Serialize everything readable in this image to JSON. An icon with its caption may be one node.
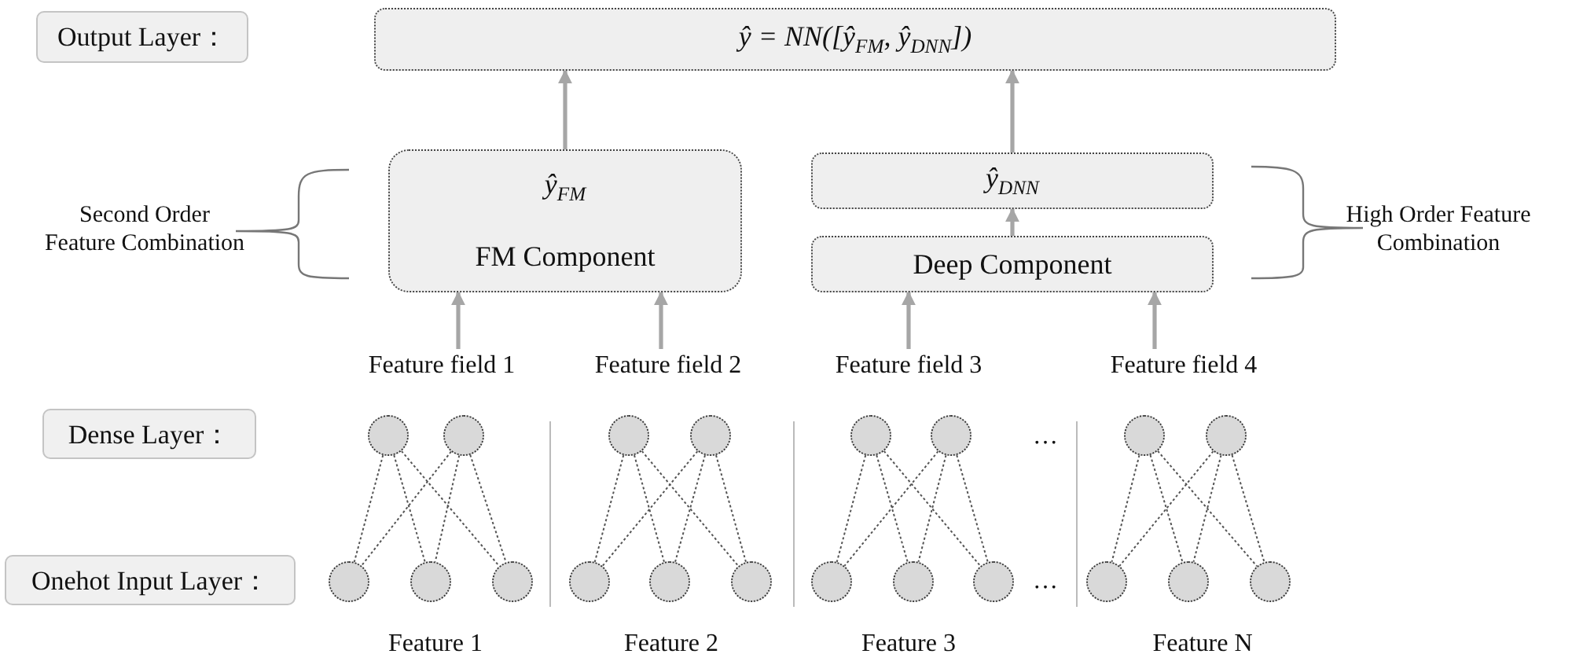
{
  "diagram": {
    "nodes": [
      {
        "text": [
          "Output Layer："
        ]
      },
      {
        "text": [
          "ŷ = NN([ŷ$_{FM}$, ŷ$_{DNN}$])"
        ]
      },
      {
        "text": [
          "ŷ$_{FM}$",
          "FM Component"
        ]
      },
      {
        "text": [
          "ŷ$_{DNN}$"
        ]
      },
      {
        "text": [
          "Deep Component"
        ]
      },
      {
        "text": [
          "Feature field 1"
        ]
      },
      {
        "text": [
          "Feature field 2"
        ]
      },
      {
        "text": [
          "Feature field 3"
        ]
      },
      {
        "text": [
          "Feature field 4"
        ]
      },
      {
        "text": [
          "Dense Layer："
        ]
      },
      {
        "text": [
          "Onehot Input Layer："
        ]
      },
      {
        "text": [],
        "shape": "circle"
      },
      {
        "text": [],
        "shape": "circle"
      },
      {
        "text": [],
        "shape": "circle"
      },
      {
        "text": [],
        "shape": "circle"
      },
      {
        "text": [],
        "shape": "circle"
      },
      {
        "text": [],
        "shape": "circle"
      },
      {
        "text": [],
        "shape": "circle"
      },
      {
        "text": [],
        "shape": "circle"
      },
      {
        "text": [],
        "shape": "circle"
      },
      {
        "text": [],
        "shape": "circle"
      },
      {
        "text": [],
        "shape": "circle"
      },
      {
        "text": [],
        "shape": "circle"
      },
      {
        "text": [],
        "shape": "circle"
      },
      {
        "text": [],
        "shape": "circle"
      },
      {
        "text": [],
        "shape": "circle"
      },
      {
        "text": [],
        "shape": "circle"
      },
      {
        "text": [],
        "shape": "circle"
      },
      {
        "text": [],
        "shape": "circle"
      },
      {
        "text": [],
        "shape": "circle"
      },
      {
        "text": [],
        "shape": "circle"
      }
    ],
    "edges": [
      {
        "from": 2,
        "to": 1,
        "arrow": "to",
        "color": "#a6a6a6",
        "style": "thick"
      },
      {
        "from": 3,
        "to": 1,
        "arrow": "to",
        "color": "#a6a6a6",
        "style": "thick"
      },
      {
        "from": 4,
        "to": 3,
        "arrow": "to",
        "color": "#a6a6a6",
        "style": "thick"
      },
      {
        "from": 5,
        "to": 2,
        "arrow": "to",
        "color": "#a6a6a6",
        "style": "thick"
      },
      {
        "from": 6,
        "to": 2,
        "arrow": "to",
        "color": "#a6a6a6",
        "style": "thick"
      },
      {
        "from": 7,
        "to": 4,
        "arrow": "to",
        "color": "#a6a6a6",
        "style": "thick"
      },
      {
        "from": 8,
        "to": 4,
        "arrow": "to",
        "color": "#a6a6a6",
        "style": "thick"
      },
      {
        "from": 11,
        "to": 19,
        "arrow": "none",
        "style": "dashed"
      },
      {
        "from": 11,
        "to": 20,
        "arrow": "none",
        "style": "dashed"
      },
      {
        "from": 11,
        "to": 21,
        "arrow": "none",
        "style": "dashed"
      },
      {
        "from": 12,
        "to": 19,
        "arrow": "none",
        "style": "dashed"
      },
      {
        "from": 12,
        "to": 20,
        "arrow": "none",
        "style": "dashed"
      },
      {
        "from": 12,
        "to": 21,
        "arrow": "none",
        "style": "dashed"
      },
      {
        "from": 13,
        "to": 22,
        "arrow": "none",
        "style": "dashed"
      },
      {
        "from": 13,
        "to": 23,
        "arrow": "none",
        "style": "dashed"
      },
      {
        "from": 13,
        "to": 24,
        "arrow": "none",
        "style": "dashed"
      },
      {
        "from": 14,
        "to": 22,
        "arrow": "none",
        "style": "dashed"
      },
      {
        "from": 14,
        "to": 23,
        "arrow": "none",
        "style": "dashed"
      },
      {
        "from": 14,
        "to": 24,
        "arrow": "none",
        "style": "dashed"
      },
      {
        "from": 15,
        "to": 25,
        "arrow": "none",
        "style": "dashed"
      },
      {
        "from": 15,
        "to": 26,
        "arrow": "none",
        "style": "dashed"
      },
      {
        "from": 15,
        "to": 27,
        "arrow": "none",
        "style": "dashed"
      },
      {
        "from": 16,
        "to": 25,
        "arrow": "none",
        "style": "dashed"
      },
      {
        "from": 16,
        "to": 26,
        "arrow": "none",
        "style": "dashed"
      },
      {
        "from": 16,
        "to": 27,
        "arrow": "none",
        "style": "dashed"
      },
      {
        "from": 17,
        "to": 28,
        "arrow": "none",
        "style": "dashed"
      },
      {
        "from": 17,
        "to": 29,
        "arrow": "none",
        "style": "dashed"
      },
      {
        "from": 17,
        "to": 30,
        "arrow": "none",
        "style": "dashed"
      },
      {
        "from": 18,
        "to": 28,
        "arrow": "none",
        "style": "dashed"
      },
      {
        "from": 18,
        "to": 29,
        "arrow": "none",
        "style": "dashed"
      },
      {
        "from": 18,
        "to": 30,
        "arrow": "none",
        "style": "dashed"
      }
    ],
    "labels": [
      "Second Order Feature Combination",
      "High Order Feature Combination",
      "…",
      "…",
      "Feature 1",
      "Feature 2",
      "Feature 3",
      "Feature N"
    ]
  }
}
